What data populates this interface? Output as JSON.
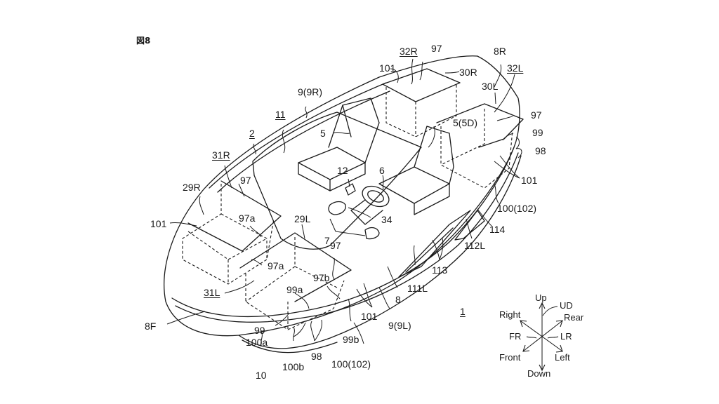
{
  "figure": {
    "title": "図8",
    "assembly_ref": "1"
  },
  "labels": {
    "l_9_9R": "9(9R)",
    "l_11": "11",
    "l_2": "2",
    "l_5": "5",
    "l_31R": "31R",
    "l_29R": "29R",
    "l_97_front_right": "97",
    "l_101_left": "101",
    "l_97a_right": "97a",
    "l_29L": "29L",
    "l_97a_left": "97a",
    "l_31L": "31L",
    "l_97_mid": "97",
    "l_97b": "97b",
    "l_99a": "99a",
    "l_8F": "8F",
    "l_99": "99",
    "l_100a": "100a",
    "l_10": "10",
    "l_100b": "100b",
    "l_98_bottom": "98",
    "l_99b": "99b",
    "l_100_102_bottom": "100(102)",
    "l_101_bottom": "101",
    "l_8": "8",
    "l_9_9L": "9(9L)",
    "l_12": "12",
    "l_6": "6",
    "l_34": "34",
    "l_7": "7",
    "l_111L": "111L",
    "l_113": "113",
    "l_112L": "112L",
    "l_114": "114",
    "l_100_102_right": "100(102)",
    "l_101_right": "101",
    "l_98_right": "98",
    "l_99_right": "99",
    "l_97_right": "97",
    "l_5_5D": "5(5D)",
    "l_30L": "30L",
    "l_32L": "32L",
    "l_8R": "8R",
    "l_30R": "30R",
    "l_97_top": "97",
    "l_32R": "32R",
    "l_101_top": "101"
  },
  "direction_legend": {
    "up": "Up",
    "down": "Down",
    "ud": "UD",
    "right": "Right",
    "rear": "Rear",
    "fr": "FR",
    "lr": "LR",
    "front": "Front",
    "left": "Left"
  }
}
